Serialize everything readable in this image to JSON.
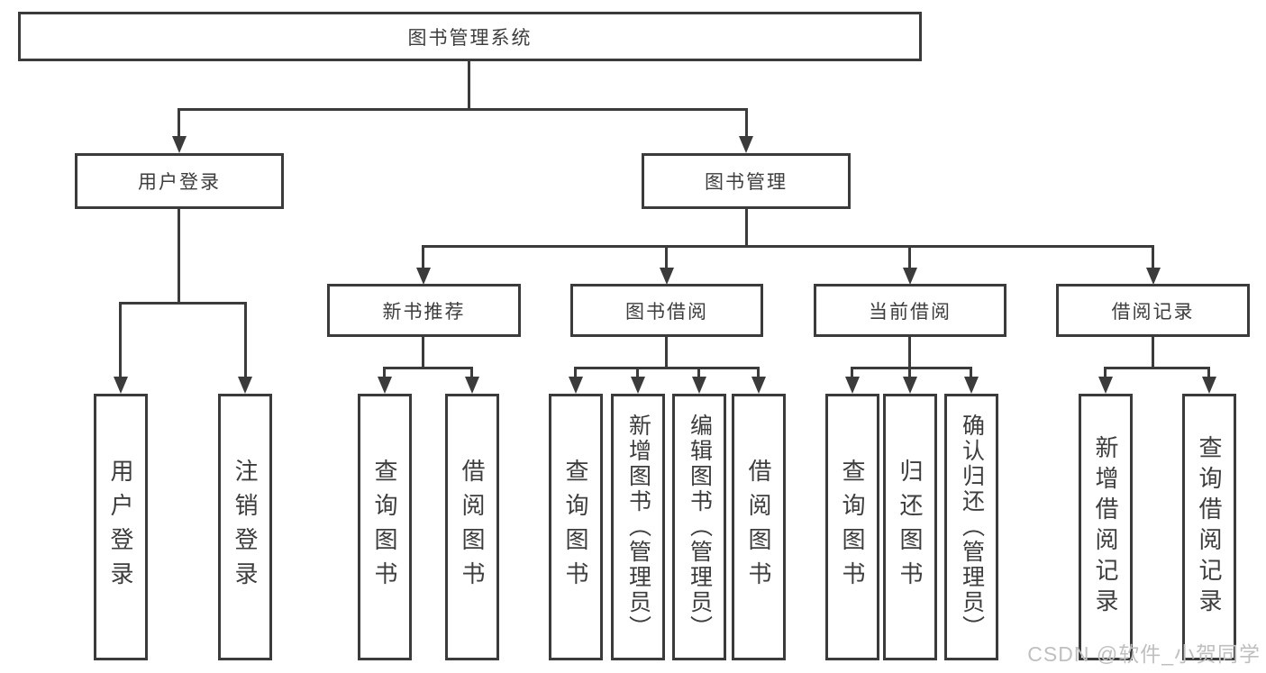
{
  "diagram": {
    "title": "图书管理系统",
    "modules": {
      "user_login": {
        "label": "用户登录",
        "children": [
          "用户登录",
          "注销登录"
        ]
      },
      "book_management": {
        "label": "图书管理",
        "sections": {
          "new_books": {
            "label": "新书推荐",
            "children": [
              "查询图书",
              "借阅图书"
            ]
          },
          "book_borrow": {
            "label": "图书借阅",
            "children": [
              "查询图书",
              "新增图书（管理员）",
              "编辑图书（管理员）",
              "借阅图书"
            ]
          },
          "current_borrow": {
            "label": "当前借阅",
            "children": [
              "查询图书",
              "归还图书",
              "确认归还（管理员）"
            ]
          },
          "borrow_records": {
            "label": "借阅记录",
            "children": [
              "新增借阅记录",
              "查询借阅记录"
            ]
          }
        }
      }
    }
  },
  "watermark": "CSDN @软件_小贺同学",
  "colors": {
    "line": "#3b3b3b",
    "text": "#3d3d3d",
    "watermark": "#bfbfbf"
  }
}
